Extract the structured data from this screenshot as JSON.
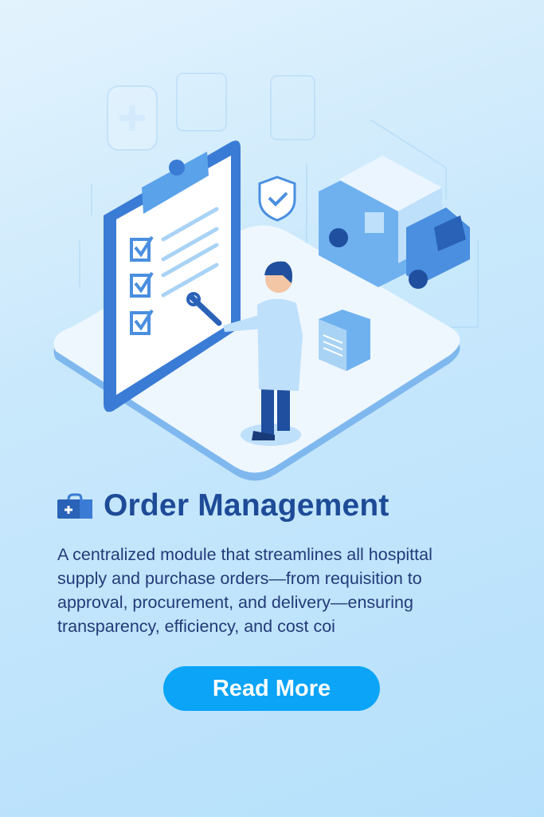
{
  "card": {
    "title": "Order Management",
    "title_icon": "medical-bag-icon",
    "description_lines": [
      "A centralized module that streamlines all hospittal",
      "supply and purchase orders—from requisition to",
      "approval, procurement, and delivery—ensuring",
      "transparency, efficiency, and cost coi"
    ],
    "button_label": "Read More"
  },
  "colors": {
    "title": "#1d4b97",
    "body_text": "#233a78",
    "button": "#0ba4f6",
    "accent": "#3a7bd5"
  }
}
